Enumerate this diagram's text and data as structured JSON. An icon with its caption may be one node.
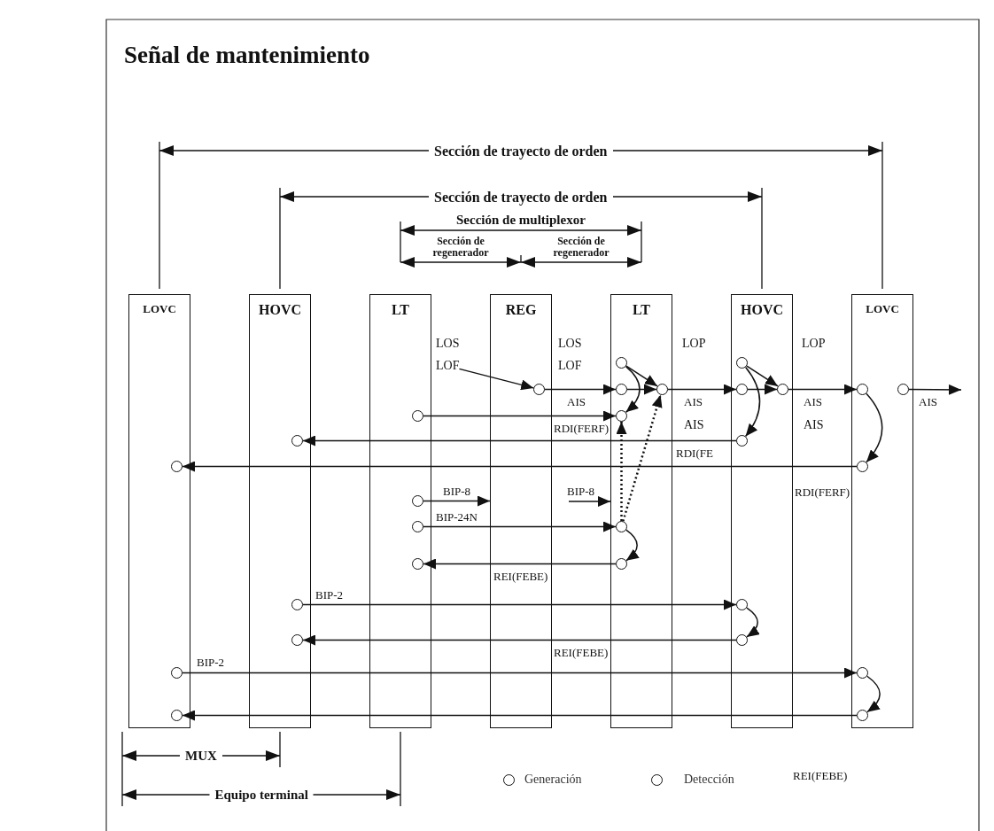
{
  "diagram": {
    "title": "Señal de mantenimiento",
    "nodes": [
      {
        "text": [
          "LOVC"
        ]
      },
      {
        "text": [
          "HOVC"
        ]
      },
      {
        "text": [
          "LT"
        ]
      },
      {
        "text": [
          "REG"
        ]
      },
      {
        "text": [
          "LT"
        ]
      },
      {
        "text": [
          "HOVC"
        ]
      },
      {
        "text": [
          "LOVC"
        ]
      },
      {
        "text": [
          "LOF"
        ]
      },
      {
        "text": [],
        "shape": "circle",
        "in": 0
      },
      {
        "text": [],
        "shape": "circle",
        "in": 0
      },
      {
        "text": [],
        "shape": "circle",
        "in": 0
      },
      {
        "text": [],
        "shape": "circle",
        "in": 1
      },
      {
        "text": [],
        "shape": "circle",
        "in": 1
      },
      {
        "text": [],
        "shape": "circle",
        "in": 1
      },
      {
        "text": [],
        "shape": "circle",
        "in": 2
      },
      {
        "text": [],
        "shape": "circle",
        "in": 2
      },
      {
        "text": [],
        "shape": "circle",
        "in": 2
      },
      {
        "text": [],
        "shape": "circle",
        "in": 2
      },
      {
        "text": [],
        "shape": "circle",
        "in": 3
      },
      {
        "text": [],
        "shape": "circle",
        "in": 4
      },
      {
        "text": [],
        "shape": "circle",
        "in": 4
      },
      {
        "text": [],
        "shape": "circle",
        "in": 4
      },
      {
        "text": [],
        "shape": "circle",
        "in": 4
      },
      {
        "text": [],
        "shape": "circle",
        "in": 4
      },
      {
        "text": [],
        "shape": "circle",
        "in": 4
      },
      {
        "text": [],
        "shape": "circle",
        "in": 5
      },
      {
        "text": [],
        "shape": "circle",
        "in": 5
      },
      {
        "text": [],
        "shape": "circle",
        "in": 5
      },
      {
        "text": [],
        "shape": "circle",
        "in": 5
      },
      {
        "text": [],
        "shape": "circle",
        "in": 5
      },
      {
        "text": [],
        "shape": "circle",
        "in": 5
      },
      {
        "text": [],
        "shape": "circle",
        "in": 6
      },
      {
        "text": [],
        "shape": "circle",
        "in": 6
      },
      {
        "text": [],
        "shape": "circle",
        "in": 6
      },
      {
        "text": [],
        "shape": "circle",
        "in": 6
      },
      {
        "text": [],
        "shape": "circle",
        "in": 6
      }
    ],
    "edges": [
      {
        "from": 7,
        "to": 18,
        "arrow": "to"
      },
      {
        "from": 18,
        "to": 20,
        "arrow": "to",
        "label": "AIS"
      },
      {
        "from": 19,
        "to": 22,
        "arrow": "to"
      },
      {
        "from": 19,
        "to": 21,
        "arrow": "to"
      },
      {
        "from": 20,
        "to": 22,
        "arrow": "to"
      },
      {
        "from": 23,
        "to": 21,
        "arrow": "to",
        "style": "dashed"
      },
      {
        "from": 23,
        "to": 22,
        "arrow": "to",
        "style": "dashed"
      },
      {
        "from": 22,
        "to": 26,
        "arrow": "to",
        "label": "AIS"
      },
      {
        "from": 25,
        "to": 27,
        "arrow": "to"
      },
      {
        "from": 26,
        "to": 27,
        "arrow": "to"
      },
      {
        "from": 25,
        "to": 28,
        "arrow": "to"
      },
      {
        "from": 27,
        "to": 31,
        "arrow": "to",
        "label": "AIS"
      },
      {
        "from": 32,
        "to": null,
        "arrow": "to",
        "label": "AIS"
      },
      {
        "from": 31,
        "to": 33,
        "arrow": "to"
      },
      {
        "from": 14,
        "to": 21,
        "arrow": "to",
        "label": "RDI(FERF)"
      },
      {
        "from": 28,
        "to": 11,
        "arrow": "to",
        "label": "RDI(FE"
      },
      {
        "from": 33,
        "to": 8,
        "arrow": "to",
        "label": "RDI(FERF)"
      },
      {
        "from": 15,
        "to": 3,
        "arrow": "to",
        "label": "BIP-8"
      },
      {
        "from": null,
        "to": 4,
        "arrow": "to",
        "label": "BIP-8"
      },
      {
        "from": 16,
        "to": 23,
        "arrow": "to",
        "label": "BIP-24N"
      },
      {
        "from": 23,
        "to": 24,
        "arrow": "to"
      },
      {
        "from": 24,
        "to": 17,
        "arrow": "to",
        "label": "REI(FEBE)"
      },
      {
        "from": 12,
        "to": 29,
        "arrow": "to",
        "label": "BIP-2"
      },
      {
        "from": 29,
        "to": 30,
        "arrow": "to"
      },
      {
        "from": 30,
        "to": 13,
        "arrow": "to",
        "label": "REI(FEBE)"
      },
      {
        "from": 9,
        "to": 34,
        "arrow": "to",
        "label": "BIP-2"
      },
      {
        "from": 34,
        "to": 35,
        "arrow": "to"
      },
      {
        "from": 35,
        "to": 10,
        "arrow": "to",
        "label": "REI(FEBE)"
      }
    ],
    "labels": [
      "Sección de trayecto de orden",
      "Sección de trayecto de orden",
      "Sección de multiplexor",
      "Sección de regenerador",
      "Sección de regenerador",
      "LOS",
      "LOS",
      "LOF",
      "LOP",
      "LOP",
      "AIS",
      "AIS",
      "MUX",
      "Equipo terminal"
    ],
    "legend": [
      {
        "text": "Generación"
      },
      {
        "text": "Detección"
      }
    ]
  }
}
